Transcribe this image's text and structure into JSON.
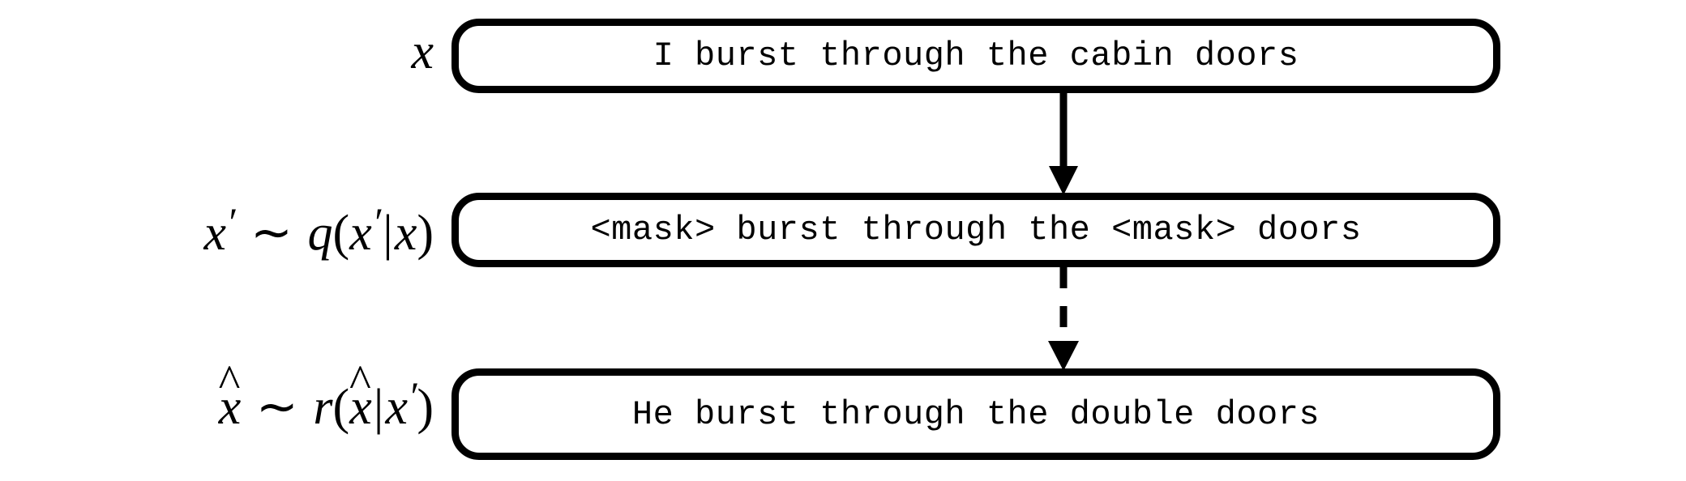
{
  "diagram": {
    "type": "flow",
    "description": "Three-stage text corruption and reconstruction pipeline",
    "rows": [
      {
        "id": "row-1",
        "label_plain": "x",
        "label_parts": {
          "var": "x"
        },
        "sentence": "I burst through the cabin doors"
      },
      {
        "id": "row-2",
        "label_plain": "x' ~ q(x'|x)",
        "label_parts": {
          "var": "x",
          "prime": "′",
          "sim": "∼",
          "fn": "q",
          "open": "(",
          "bar": "|",
          "cond": "x",
          "close": ")"
        },
        "sentence": "<mask> burst through the <mask> doors"
      },
      {
        "id": "row-3",
        "label_plain": "x̂ ~ r(x̂|x')",
        "label_parts": {
          "var": "x",
          "hat": "^",
          "prime": "′",
          "sim": "∼",
          "fn": "r",
          "open": "(",
          "bar": "|",
          "cond": "x",
          "close": ")"
        },
        "sentence": "He burst through the double doors"
      }
    ],
    "arrows": [
      {
        "id": "arrow-1",
        "from": "row-1",
        "to": "row-2",
        "style": "solid",
        "direction": "down"
      },
      {
        "id": "arrow-2",
        "from": "row-2",
        "to": "row-3",
        "style": "dashed",
        "direction": "down"
      }
    ],
    "colors": {
      "stroke": "#000000",
      "background": "#ffffff",
      "text": "#000000"
    }
  }
}
